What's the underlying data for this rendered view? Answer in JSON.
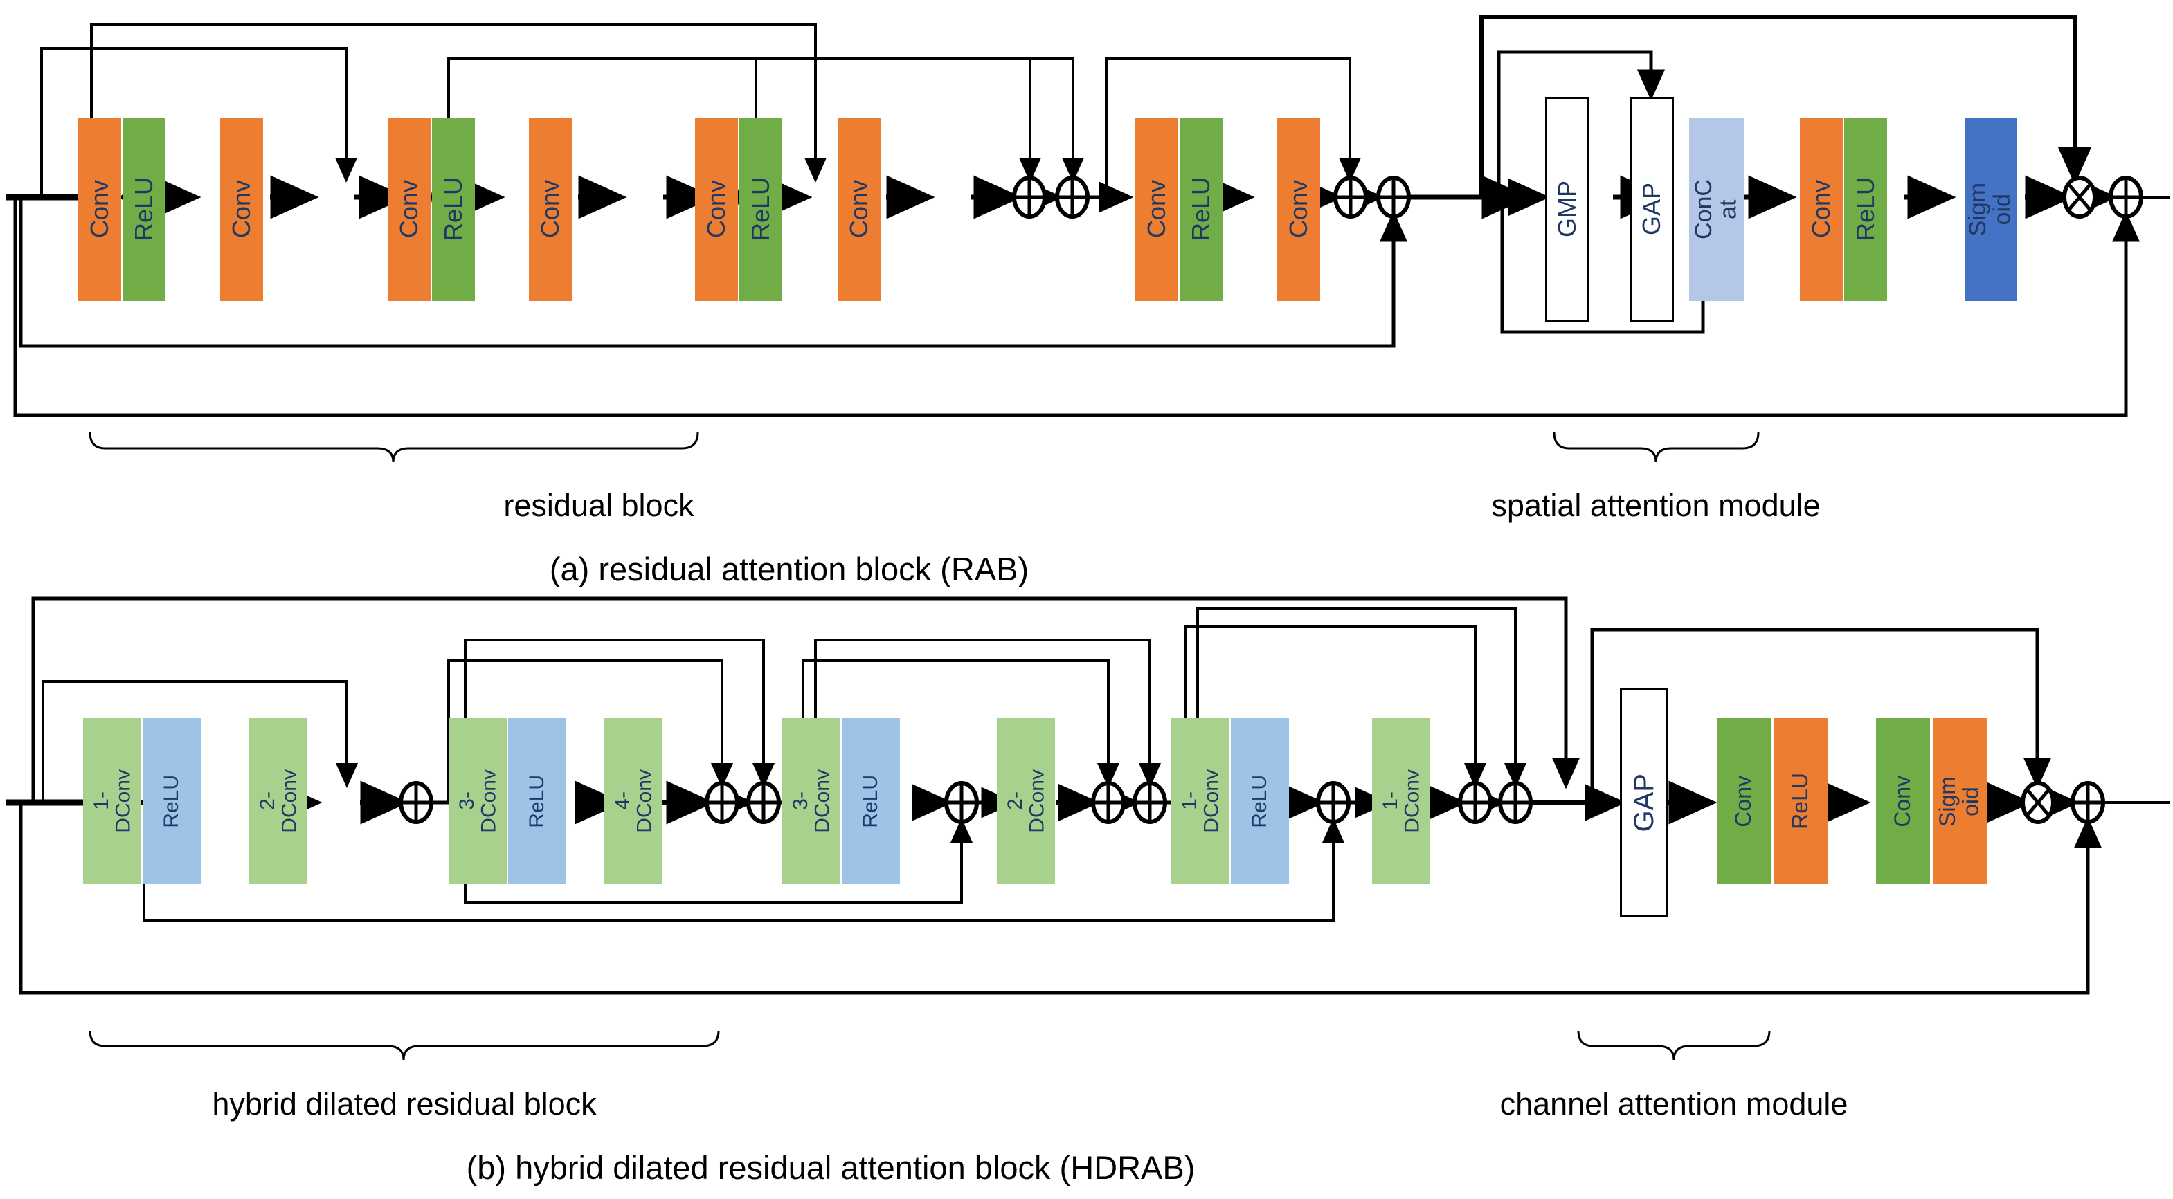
{
  "figure": {
    "panel_a_caption": "(a) residual attention block (RAB)",
    "panel_b_caption": "(b) hybrid dilated residual attention block (HDRAB)",
    "brace_labels": {
      "residual_block": "residual  block",
      "spatial_attention": "spatial  attention  module",
      "hybrid_dilated_residual_block": "hybrid   dilated residual block",
      "channel_attention": "channel  attention  module"
    }
  },
  "colors": {
    "conv_orange": "#ED7D31",
    "relu_green": "#70AD47",
    "concat_light_blue": "#B4C7E7",
    "sigmoid_blue": "#4472C4",
    "dconv_light_green": "#A9D18E",
    "relu_light_blue": "#9DC3E6",
    "ca_conv_green": "#70AD47",
    "ca_act_orange": "#ED7D31",
    "pool_fill": "#FFFFFF",
    "pool_stroke": "#000000",
    "label_navy": "#1F3864",
    "wire_black": "#000000"
  },
  "panel_a": {
    "name": "residual attention block (RAB)",
    "blocks": [
      {
        "id": "a-conv-1",
        "label": "Conv",
        "fill": "conv_orange"
      },
      {
        "id": "a-relu-1",
        "label": "ReLU",
        "fill": "relu_green"
      },
      {
        "id": "a-conv-2",
        "label": "Conv",
        "fill": "conv_orange"
      },
      {
        "id": "a-conv-3",
        "label": "Conv",
        "fill": "conv_orange"
      },
      {
        "id": "a-relu-2",
        "label": "ReLU",
        "fill": "relu_green"
      },
      {
        "id": "a-conv-4",
        "label": "Conv",
        "fill": "conv_orange"
      },
      {
        "id": "a-conv-5",
        "label": "Conv",
        "fill": "conv_orange"
      },
      {
        "id": "a-relu-3",
        "label": "ReLU",
        "fill": "relu_green"
      },
      {
        "id": "a-conv-6",
        "label": "Conv",
        "fill": "conv_orange"
      },
      {
        "id": "a-conv-7",
        "label": "Conv",
        "fill": "conv_orange"
      },
      {
        "id": "a-relu-4",
        "label": "ReLU",
        "fill": "relu_green"
      },
      {
        "id": "a-conv-8",
        "label": "Conv",
        "fill": "conv_orange"
      },
      {
        "id": "a-gmp",
        "label": "GMP",
        "fill": "pool_fill"
      },
      {
        "id": "a-gap",
        "label": "GAP",
        "fill": "pool_fill"
      },
      {
        "id": "a-concat",
        "label": "ConC\nat",
        "fill": "concat_light_blue"
      },
      {
        "id": "a-conv-9",
        "label": "Conv",
        "fill": "conv_orange"
      },
      {
        "id": "a-relu-5",
        "label": "ReLU",
        "fill": "relu_green"
      },
      {
        "id": "a-sigmoid",
        "label": "Sigm\noid",
        "fill": "sigmoid_blue"
      }
    ],
    "operators": [
      {
        "id": "a-add-1",
        "op": "+"
      },
      {
        "id": "a-add-2",
        "op": "+"
      },
      {
        "id": "a-add-3",
        "op": "+"
      },
      {
        "id": "a-add-4",
        "op": "+"
      },
      {
        "id": "a-add-5",
        "op": "+"
      },
      {
        "id": "a-add-6",
        "op": "+"
      },
      {
        "id": "a-mul-1",
        "op": "x"
      },
      {
        "id": "a-add-7",
        "op": "+"
      }
    ]
  },
  "panel_b": {
    "name": "hybrid dilated residual attention block (HDRAB)",
    "blocks": [
      {
        "id": "b-dconv-1",
        "label": "1-\nDConv",
        "fill": "dconv_light_green"
      },
      {
        "id": "b-relu-1",
        "label": "ReLU",
        "fill": "relu_light_blue"
      },
      {
        "id": "b-dconv-2",
        "label": "2-\nDConv",
        "fill": "dconv_light_green"
      },
      {
        "id": "b-dconv-3",
        "label": "3-\nDConv",
        "fill": "dconv_light_green"
      },
      {
        "id": "b-relu-2",
        "label": "ReLU",
        "fill": "relu_light_blue"
      },
      {
        "id": "b-dconv-4",
        "label": "4-\nDConv",
        "fill": "dconv_light_green"
      },
      {
        "id": "b-dconv-5",
        "label": "3-\nDConv",
        "fill": "dconv_light_green"
      },
      {
        "id": "b-relu-3",
        "label": "ReLU",
        "fill": "relu_light_blue"
      },
      {
        "id": "b-dconv-6",
        "label": "2-\nDConv",
        "fill": "dconv_light_green"
      },
      {
        "id": "b-dconv-7",
        "label": "1-\nDConv",
        "fill": "dconv_light_green"
      },
      {
        "id": "b-relu-4",
        "label": "ReLU",
        "fill": "relu_light_blue"
      },
      {
        "id": "b-dconv-8",
        "label": "1-\nDConv",
        "fill": "dconv_light_green"
      },
      {
        "id": "b-gap",
        "label": "GAP",
        "fill": "pool_fill"
      },
      {
        "id": "b-conv-1",
        "label": "Conv",
        "fill": "ca_conv_green"
      },
      {
        "id": "b-relu-5",
        "label": "ReLU",
        "fill": "ca_act_orange"
      },
      {
        "id": "b-conv-2",
        "label": "Conv",
        "fill": "ca_conv_green"
      },
      {
        "id": "b-sigmoid",
        "label": "Sigm\noid",
        "fill": "ca_act_orange"
      }
    ],
    "operators": [
      {
        "id": "b-add-1",
        "op": "+"
      },
      {
        "id": "b-add-2",
        "op": "+"
      },
      {
        "id": "b-add-3",
        "op": "+"
      },
      {
        "id": "b-add-4",
        "op": "+"
      },
      {
        "id": "b-add-5",
        "op": "+"
      },
      {
        "id": "b-add-6",
        "op": "+"
      },
      {
        "id": "b-add-7",
        "op": "+"
      },
      {
        "id": "b-add-8",
        "op": "+"
      },
      {
        "id": "b-add-9",
        "op": "+"
      },
      {
        "id": "b-mul-1",
        "op": "x"
      },
      {
        "id": "b-add-10",
        "op": "+"
      }
    ]
  }
}
